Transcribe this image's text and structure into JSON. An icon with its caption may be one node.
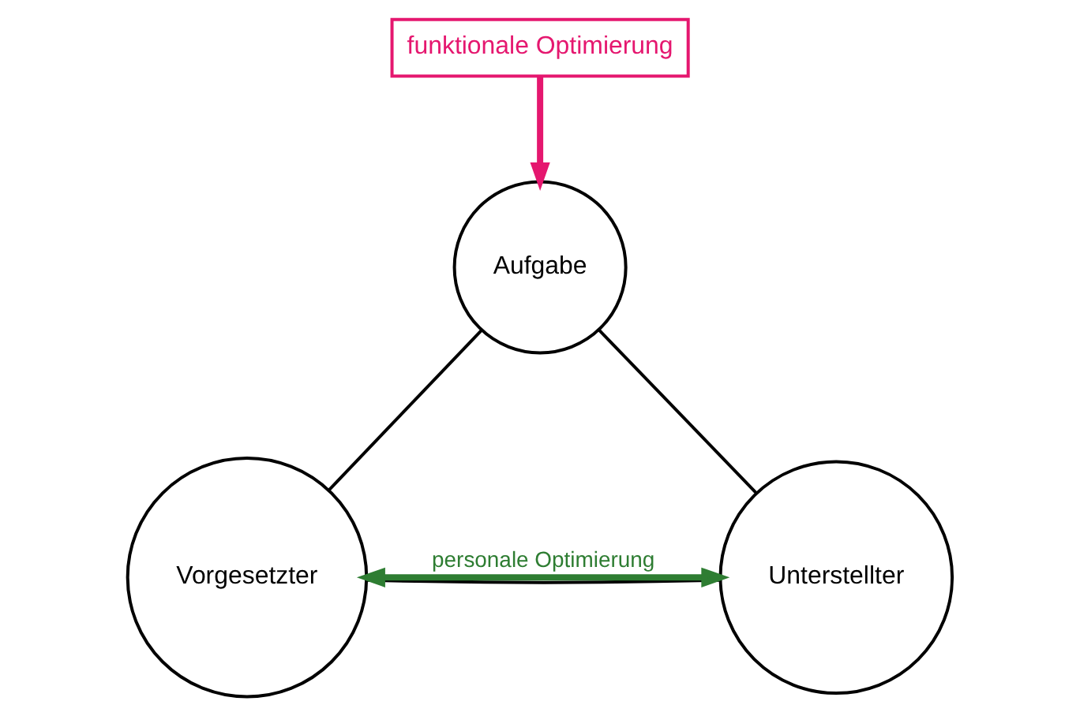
{
  "diagram": {
    "nodes": [
      {
        "text": [
          "Aufgabe"
        ]
      },
      {
        "text": [
          "Vorgesetzter"
        ]
      },
      {
        "text": [
          "Unterstellter"
        ]
      },
      {
        "text": [
          "funktionale Optimierung"
        ]
      }
    ],
    "edges": [
      {
        "from": 0,
        "to": 1,
        "arrow": "none"
      },
      {
        "from": 0,
        "to": 2,
        "arrow": "none"
      },
      {
        "from": 1,
        "to": 2,
        "arrow": "none"
      },
      {
        "from": 3,
        "to": 0,
        "arrow": "to",
        "style": "thick",
        "color": "#e5176f"
      },
      {
        "from": 1,
        "to": 2,
        "arrow": "both",
        "label": "personale Optimierung",
        "style": "thick",
        "color": "#2e7d32"
      }
    ]
  }
}
